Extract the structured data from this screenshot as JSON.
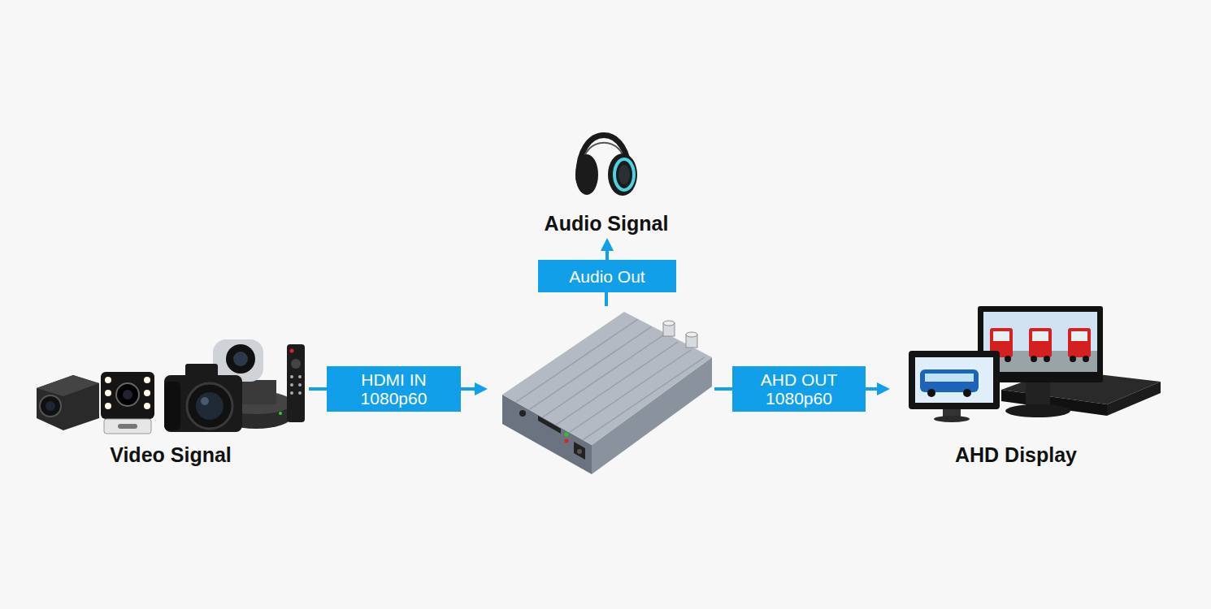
{
  "diagram": {
    "nodes": [
      {
        "text": [
          "Video Signal"
        ]
      },
      {
        "text": [
          "HDMI IN 1080p60"
        ]
      },
      {
        "text": [
          "Audio Signal"
        ]
      },
      {
        "text": [
          "Audio Out"
        ]
      },
      {
        "text": [
          "AHD OUT 1080p60"
        ]
      },
      {
        "text": [
          "AHD Display"
        ]
      }
    ],
    "edges": [
      {
        "from": 0,
        "to": 1,
        "arrow": "none"
      },
      {
        "from": 3,
        "to": 2,
        "arrow": "to"
      },
      {
        "from": 4,
        "to": 5,
        "arrow": "to"
      }
    ]
  }
}
